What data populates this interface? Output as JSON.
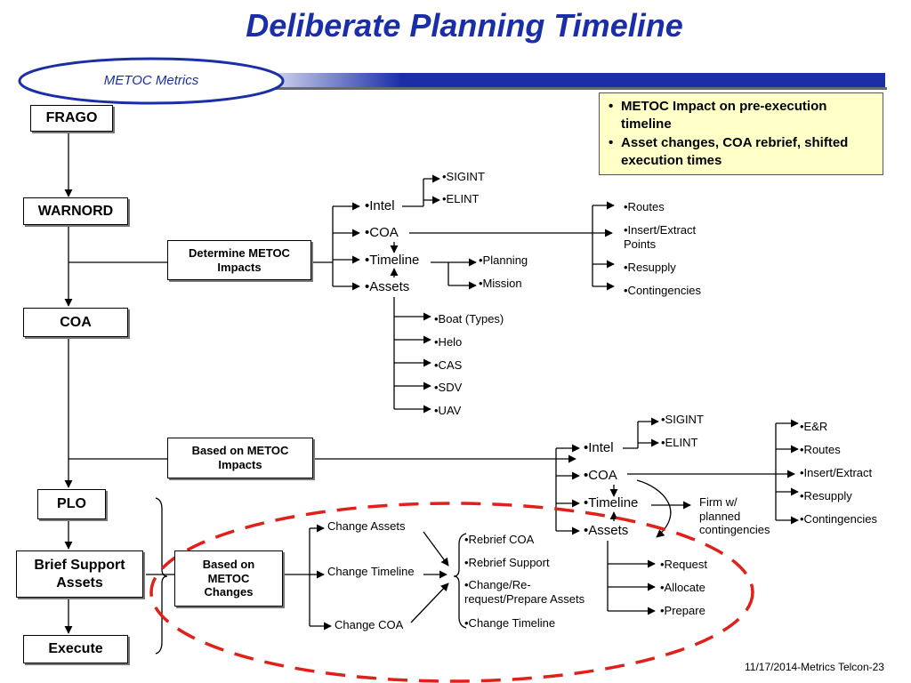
{
  "title": "Deliberate Planning Timeline",
  "badge": "METOC Metrics",
  "callout": [
    "METOC Impact on pre-execution timeline",
    "Asset changes, COA rebrief, shifted execution times"
  ],
  "flow": {
    "frago": "FRAGO",
    "warnord": "WARNORD",
    "coa": "COA",
    "plo": "PLO",
    "brief_support_assets": "Brief Support Assets",
    "execute": "Execute"
  },
  "upper": {
    "determine_box": "Determine METOC Impacts",
    "items": [
      "•Intel",
      "•COA",
      "•Timeline",
      "•Assets"
    ],
    "intel_sub": [
      "•SIGINT",
      "•ELINT"
    ],
    "timeline_sub": [
      "•Planning",
      "•Mission"
    ],
    "assets_sub": [
      "•Boat (Types)",
      "•Helo",
      "•CAS",
      "•SDV",
      "•UAV"
    ],
    "coa_sub": [
      "•Routes",
      "•Insert/Extract Points",
      "•Resupply",
      "•Contingencies"
    ]
  },
  "lower": {
    "based_box": "Based on METOC Impacts",
    "items": [
      "•Intel",
      "•COA",
      "•Timeline",
      "•Assets"
    ],
    "intel_sub": [
      "•SIGINT",
      "•ELINT"
    ],
    "coa_sub": [
      "•E&R",
      "•Routes",
      "•Insert/Extract",
      "•Resupply",
      "•Contingencies"
    ],
    "firm_note": "Firm w/ planned contingencies",
    "assets_sub": [
      "•Request",
      "•Allocate",
      "•Prepare"
    ]
  },
  "changes": {
    "box": "Based on METOC Changes",
    "options": [
      "Change Assets",
      "Change Timeline",
      "Change COA"
    ],
    "results": [
      "•Rebrief COA",
      "•Rebrief Support",
      "•Change/Re-request/Prepare Assets",
      "•Change Timeline"
    ]
  },
  "footer": "11/17/2014-Metrics Telcon-23",
  "colors": {
    "title": "#1a2ea8",
    "banner": "#1a2ea8",
    "highlight_ellipse": "#e0201a",
    "callout_bg": "#ffffc8"
  }
}
